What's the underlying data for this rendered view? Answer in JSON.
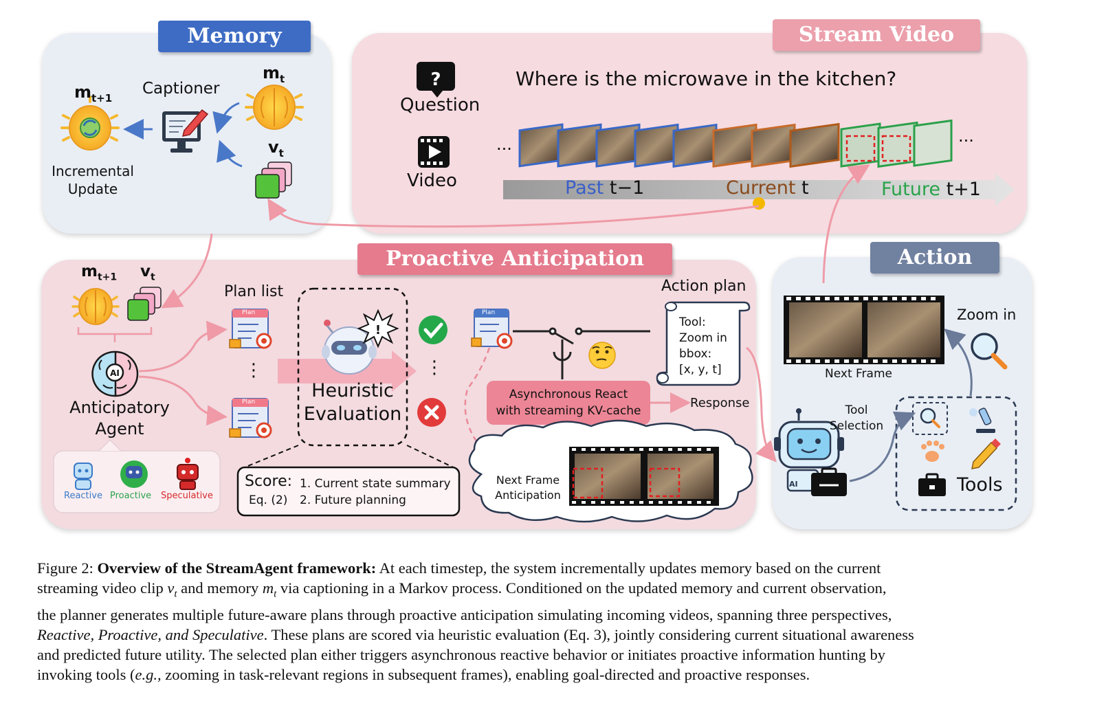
{
  "colors": {
    "memory_tag": "#3e6cc4",
    "stream_tag": "#e98c9b",
    "proactive_tag": "#e57b8d",
    "action_tag": "#7181a0",
    "past": "#3a5fc8",
    "current": "#8a4a1c",
    "future": "#2aa34a",
    "arrow_pink": "#ef9aa6",
    "arrow_blue": "#4a78c8"
  },
  "memory": {
    "title": "Memory",
    "m_next": "m",
    "m_next_sub": "t+1",
    "captioner": "Captioner",
    "m_t": "m",
    "m_t_sub": "t",
    "v_t": "v",
    "v_t_sub": "t",
    "incremental": "Incremental",
    "update": "Update"
  },
  "stream": {
    "title": "Stream Video",
    "question_label": "Question",
    "question_text": "Where is the microwave in the kitchen?",
    "video_label": "Video",
    "ellipsis": "...",
    "past": "Past",
    "past_t": "t−1",
    "current": "Current",
    "current_t": "t",
    "future": "Future",
    "future_t": "t+1"
  },
  "proactive": {
    "title": "Proactive Anticipation",
    "m_next": "m",
    "m_next_sub": "t+1",
    "v_t": "v",
    "v_t_sub": "t",
    "plan_list": "Plan list",
    "vdots": "⋮",
    "plan_badge": "Plan",
    "agent_line1": "Anticipatory",
    "agent_line2": "Agent",
    "ai_badge": "AI",
    "reactive": "Reactive",
    "proactive": "Proactive",
    "speculative": "Speculative",
    "heuristic_line1": "Heuristic",
    "heuristic_line2": "Evaluation",
    "score": "Score:",
    "eq": "Eq. (2)",
    "item1": "1. Current state summary",
    "item2": "2. Future planning",
    "async_line1": "Asynchronous React",
    "async_line2": "with streaming KV-cache",
    "response": "Response",
    "action_plan": "Action plan",
    "scroll_lines": [
      "Tool:",
      "Zoom in",
      "bbox:",
      "[x, y, t]"
    ],
    "next_frame_line1": "Next Frame",
    "next_frame_line2": "Anticipation"
  },
  "action": {
    "title": "Action",
    "zoom_in": "Zoom in",
    "next_frame": "Next Frame",
    "tool_line1": "Tool",
    "tool_line2": "Selection",
    "tools": "Tools",
    "ai_label": "AI"
  },
  "caption": {
    "fig": "Figure 2: ",
    "bold": "Overview of the StreamAgent framework:",
    "l1": " At each timestep, the system incrementally updates memory based on the current",
    "l2a": "streaming video clip ",
    "v": "v",
    "t": "t",
    "l2b": " and memory ",
    "m": "m",
    "l2c": " via captioning in a Markov process. Conditioned on the updated memory and current observation,",
    "l3": "the planner generates multiple future-aware plans through proactive anticipation simulating incoming videos, spanning three perspectives,",
    "l4i": "Reactive, Proactive, and Speculative",
    "l4": ". These plans are scored via heuristic evaluation (Eq. 3), jointly considering current situational awareness",
    "l5": "and predicted future utility. The selected plan either triggers asynchronous reactive behavior or initiates proactive information hunting by",
    "l6a": "invoking tools (",
    "l6i": "e.g.,",
    "l6b": " zooming in task-relevant regions in subsequent frames), enabling goal-directed and proactive responses."
  }
}
